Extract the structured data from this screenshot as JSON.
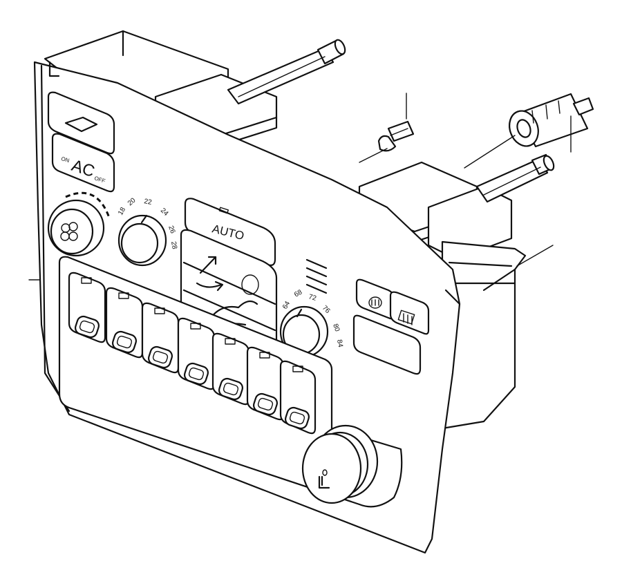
{
  "panel": {
    "ac_label": "AC",
    "ac_on_label": "ON",
    "ac_off_label": "OFF",
    "auto_label": "AUTO",
    "temp_left_scale": [
      "18",
      "20",
      "22",
      "24",
      "26",
      "28"
    ],
    "temp_right_scale": [
      "64",
      "68",
      "72",
      "76",
      "80",
      "84"
    ]
  },
  "parts": {
    "seat_heater_switch_count": 7,
    "callout_lines": [
      "panel",
      "bulb",
      "switch-socket",
      "housing"
    ]
  },
  "icons": [
    "fan-icon",
    "windshield-defrost-icon",
    "rear-defrost-icon",
    "seat-icon",
    "airflow-arrow-icon"
  ]
}
